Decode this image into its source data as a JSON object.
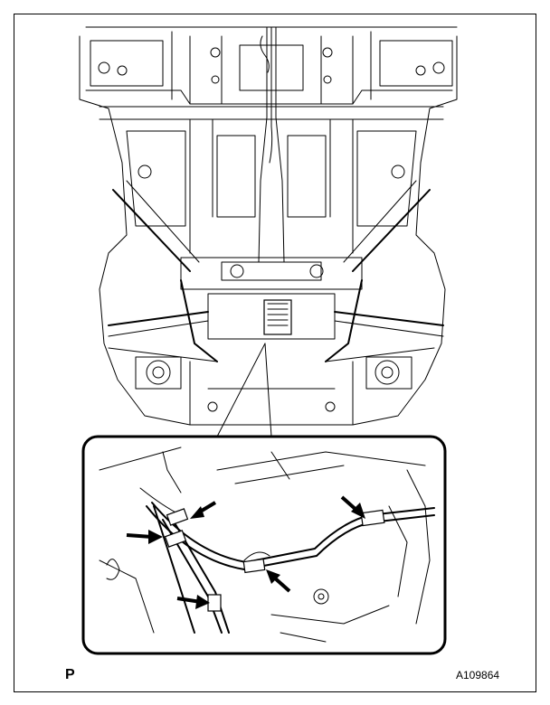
{
  "figure": {
    "view_label": "P",
    "figure_code": "A109864"
  },
  "detail_callouts": [
    {
      "name": "arrow-clamp-upper-left"
    },
    {
      "name": "arrow-clamp-left"
    },
    {
      "name": "arrow-clamp-right"
    },
    {
      "name": "arrow-clamp-center"
    },
    {
      "name": "arrow-clamp-lower"
    }
  ]
}
